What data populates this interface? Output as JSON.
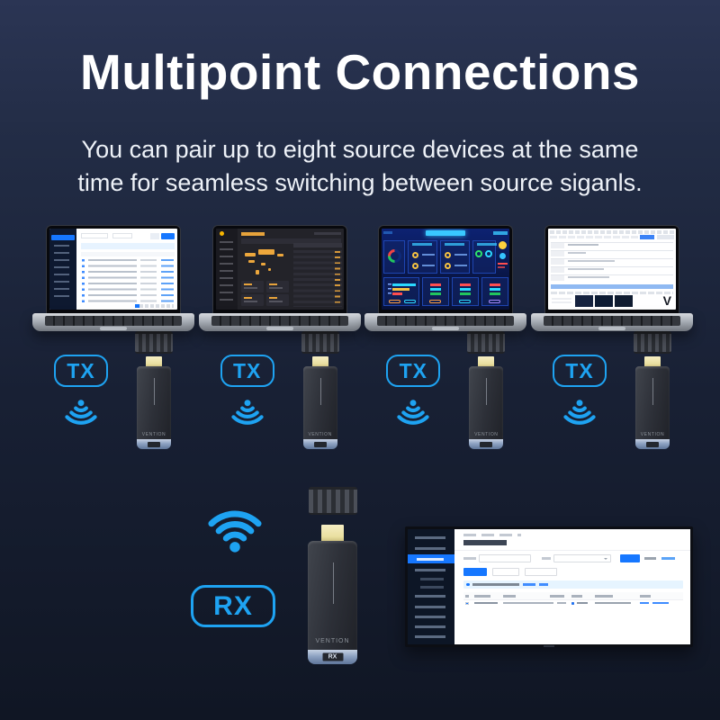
{
  "colors": {
    "accent_cyan": "#1ea3f2",
    "background_top": "#2b3554",
    "background_bottom": "#101624",
    "primary_blue_ui": "#1677ff"
  },
  "header": {
    "title": "Multipoint Connections",
    "subtitle_line1": "You can pair up to eight source devices at the same",
    "subtitle_line2": "time for seamless switching between source siganls."
  },
  "transmitters": [
    {
      "label": "TX"
    },
    {
      "label": "TX"
    },
    {
      "label": "TX"
    },
    {
      "label": "TX"
    }
  ],
  "receiver": {
    "label": "RX",
    "device_badge": "RX"
  },
  "device": {
    "brand": "VENTION"
  },
  "laptop4": {
    "v_logo": "V"
  }
}
